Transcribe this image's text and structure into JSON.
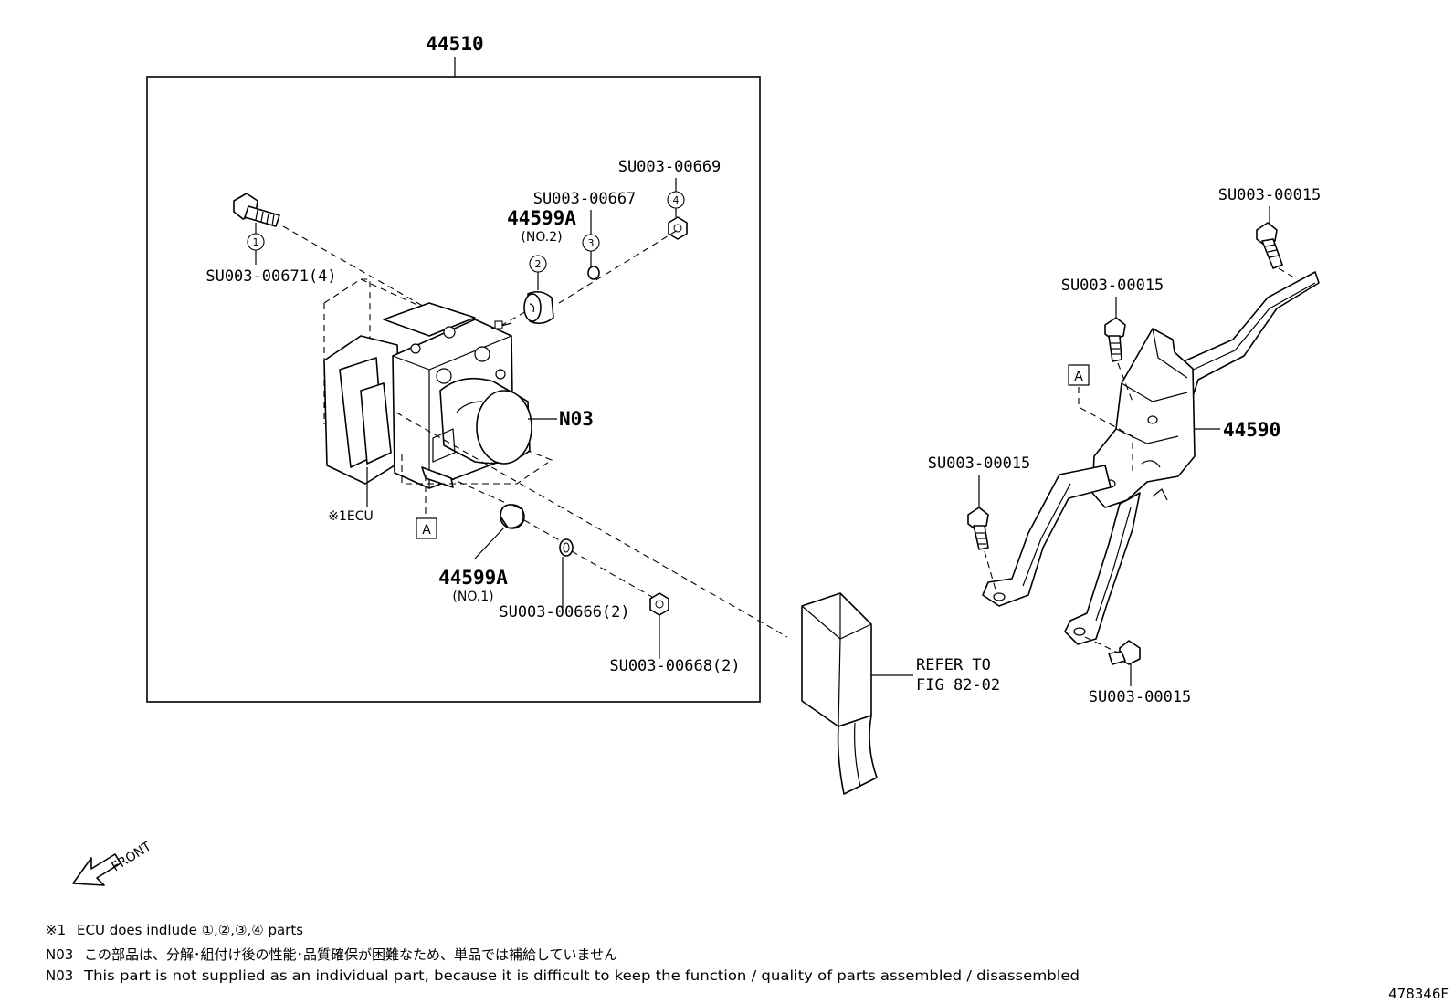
{
  "assembly": {
    "main_label": "44510",
    "pump_note": "N03",
    "ecu_label": "※1ECU",
    "view_ref": "A"
  },
  "callouts": {
    "bolt_main": "SU003-00671(4)",
    "idx1": "1",
    "washer2": "SU003-00667",
    "idx3": "3",
    "nut4": "SU003-00669",
    "idx4": "4",
    "cushion_no2": "44599A",
    "cushion_no2_sub": "(NO.2)",
    "idx2": "2",
    "cushion_no1": "44599A",
    "cushion_no1_sub": "(NO.1)",
    "washer_lower": "SU003-00666(2)",
    "nut_lower": "SU003-00668(2)"
  },
  "bracket": {
    "label": "44590",
    "view_ref": "A",
    "bolt_top": "SU003-00015",
    "bolt_upper": "SU003-00015",
    "bolt_left": "SU003-00015",
    "bolt_bottom": "SU003-00015"
  },
  "connector": {
    "ref_line1": "REFER TO",
    "ref_line2": "FIG 82-02"
  },
  "front_indicator": "FRONT",
  "notes": [
    {
      "prefix": "※1",
      "text": "ECU does indlude ①,②,③,④ parts"
    },
    {
      "prefix": "N03",
      "text": "この部品は、分解･組付け後の性能･品質確保が困難なため、単品では補給していません"
    },
    {
      "prefix": "N03",
      "text": "This part is not supplied as an individual part, because it is difficult to keep the function / quality of parts  assembled / disassembled"
    }
  ],
  "figure_id": "478346F"
}
